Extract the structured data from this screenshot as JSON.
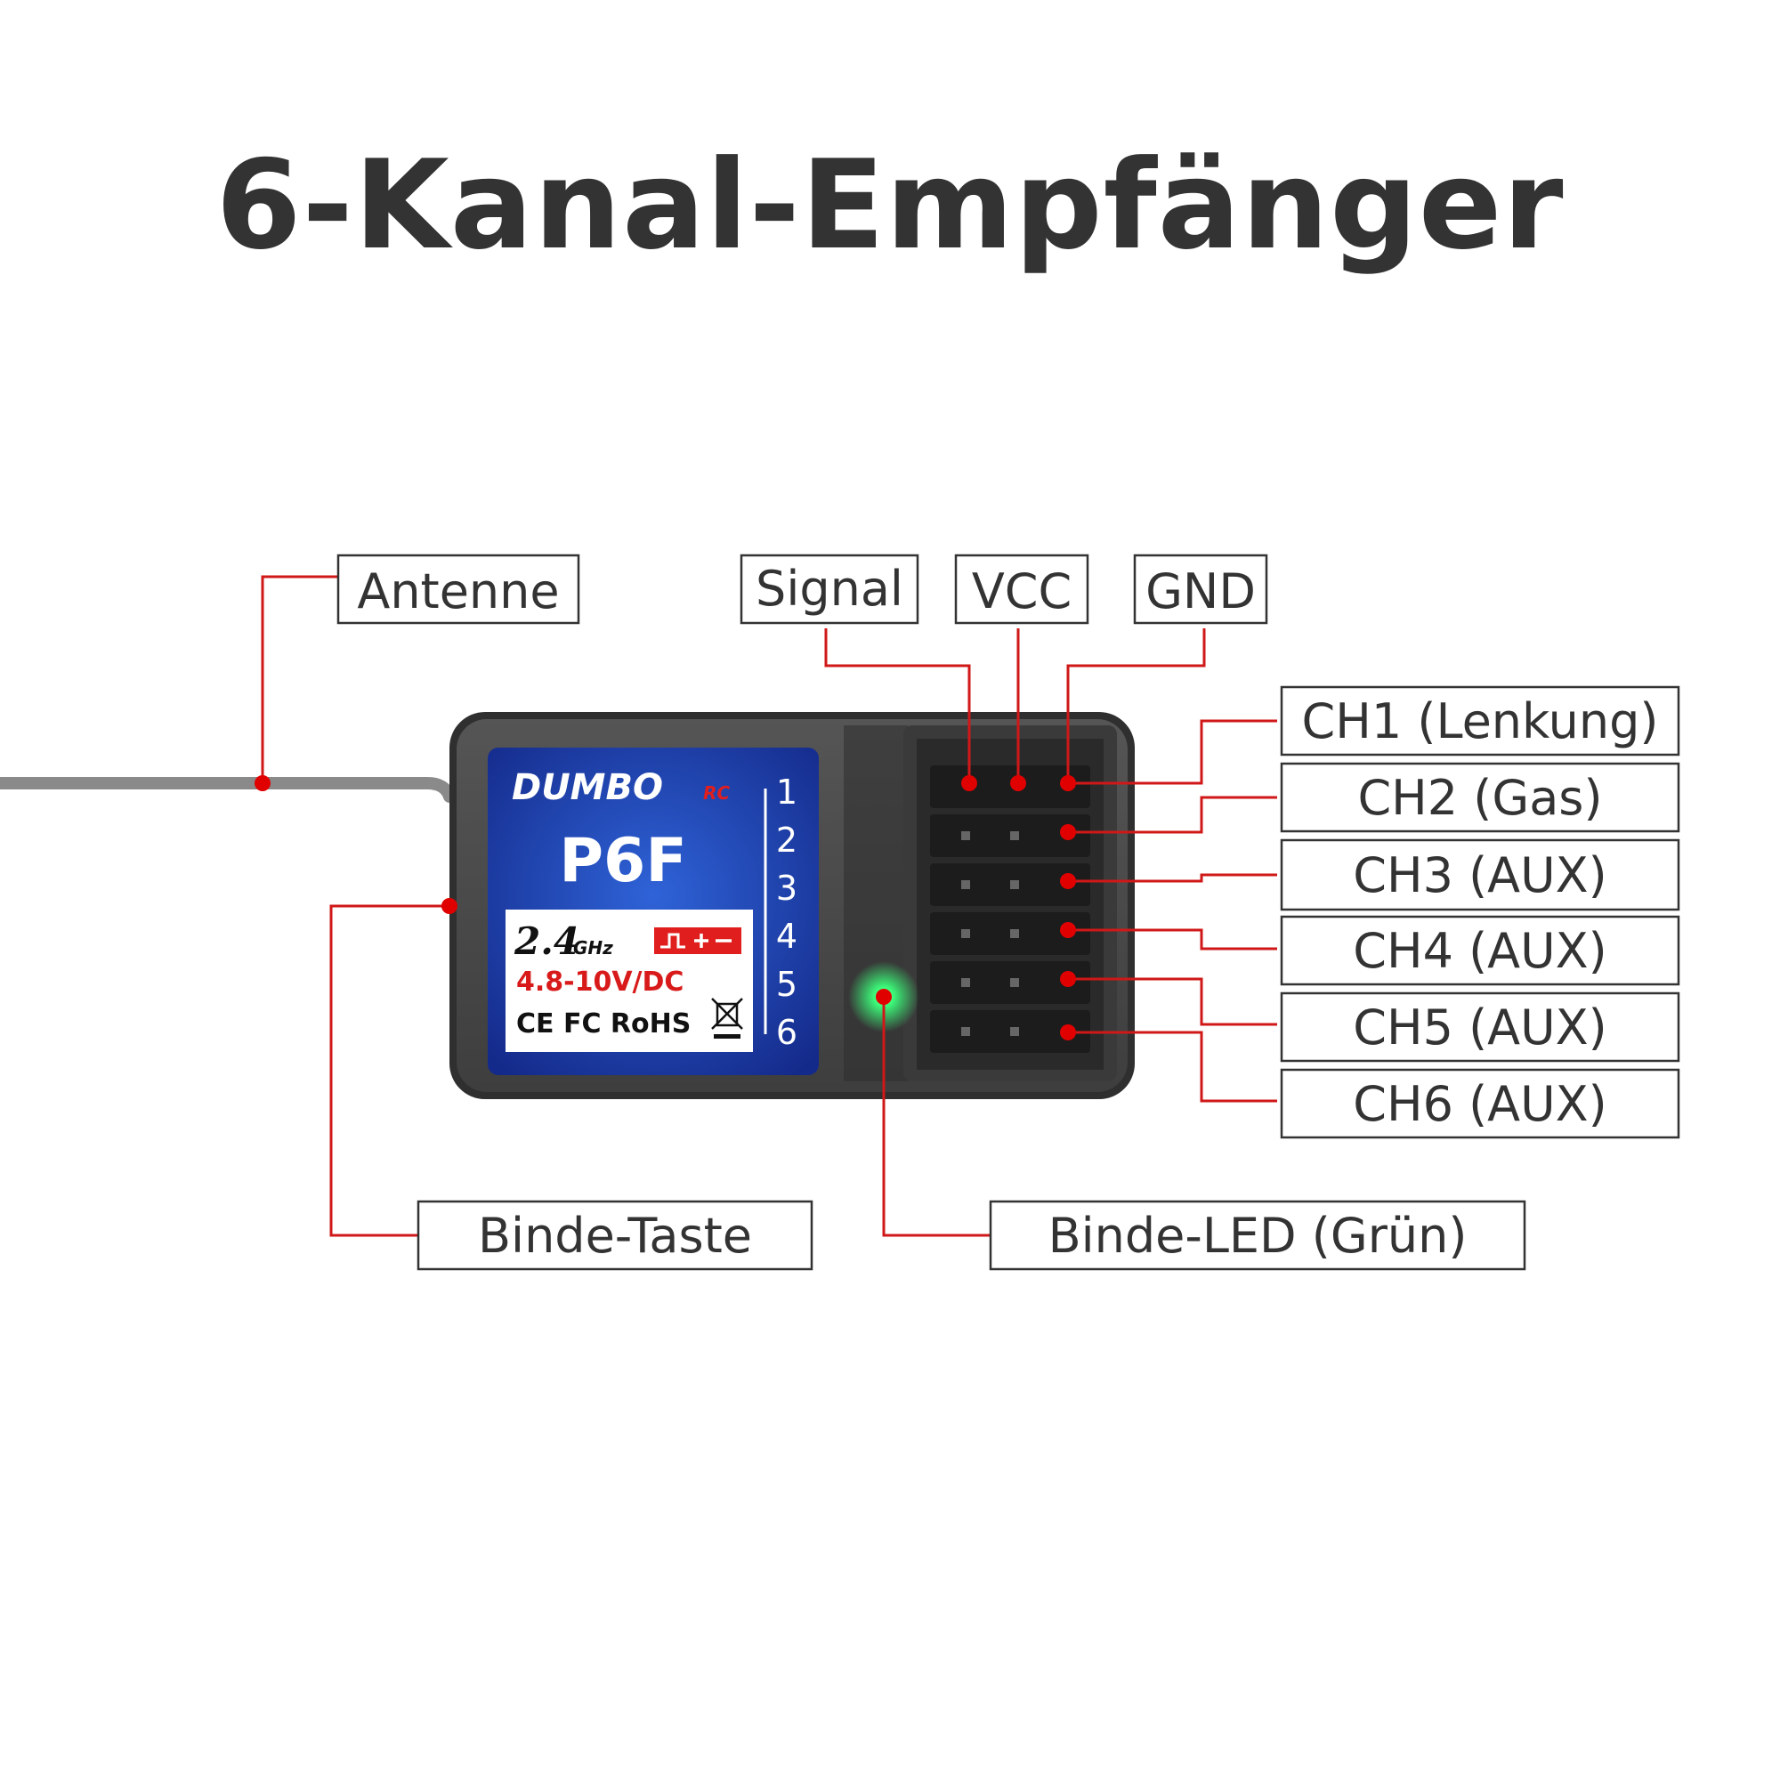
{
  "title": "6-Kanal-Empfänger",
  "device": {
    "brand": "DUMBO",
    "brand_suffix": "RC",
    "model": "P6F",
    "frequency": "2.4",
    "frequency_unit": "GHz",
    "voltage": "4.8-10V/DC",
    "certifications": "CE FC RoHS",
    "channel_numbers": [
      "1",
      "2",
      "3",
      "4",
      "5",
      "6"
    ]
  },
  "labels": {
    "antenna": "Antenne",
    "signal": "Signal",
    "vcc": "VCC",
    "gnd": "GND",
    "ch1": "CH1 (Lenkung)",
    "ch2": "CH2 (Gas)",
    "ch3": "CH3 (AUX)",
    "ch4": "CH4 (AUX)",
    "ch5": "CH5 (AUX)",
    "ch6": "CH6 (AUX)",
    "bind_button": "Binde-Taste",
    "bind_led": "Binde-LED (Grün)"
  },
  "colors": {
    "leader": "#d01818",
    "label_blue": "#1d3fa8",
    "led_green": "#3cff7a",
    "housing": "#4a4a4a"
  }
}
